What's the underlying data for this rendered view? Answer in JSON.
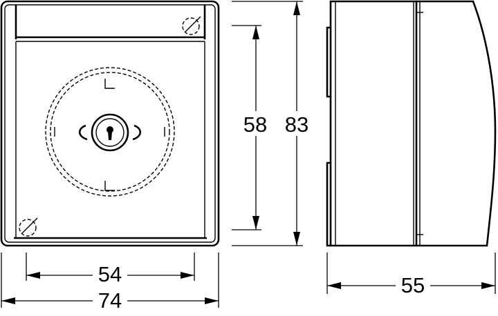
{
  "dimensions": {
    "inner_width": "54",
    "outer_width": "74",
    "inner_height": "58",
    "outer_height": "83",
    "depth": "55"
  }
}
